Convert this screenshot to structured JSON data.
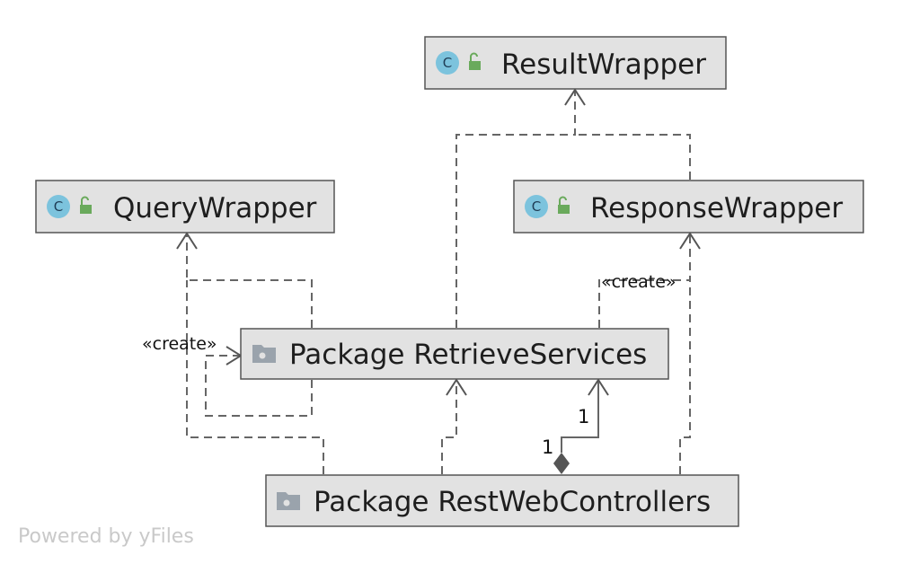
{
  "diagram": {
    "nodes": {
      "result_wrapper": {
        "label": "ResultWrapper",
        "kind": "class",
        "icon": "class-icon",
        "visibility_icon": "unlocked-icon"
      },
      "query_wrapper": {
        "label": "QueryWrapper",
        "kind": "class",
        "icon": "class-icon",
        "visibility_icon": "unlocked-icon"
      },
      "response_wrapper": {
        "label": "ResponseWrapper",
        "kind": "class",
        "icon": "class-icon",
        "visibility_icon": "unlocked-icon"
      },
      "retrieve_services": {
        "label": "Package RetrieveServices",
        "kind": "package",
        "icon": "folder-icon"
      },
      "rest_web_controllers": {
        "label": "Package RestWebControllers",
        "kind": "package",
        "icon": "folder-icon"
      }
    },
    "class_icon_letter": "C",
    "edges": [
      {
        "from": "Package RetrieveServices",
        "to": "ResultWrapper",
        "type": "dependency"
      },
      {
        "from": "ResponseWrapper",
        "to": "ResultWrapper",
        "type": "dependency"
      },
      {
        "from": "Package RetrieveServices",
        "to": "QueryWrapper",
        "type": "dependency"
      },
      {
        "from": "Package RetrieveServices",
        "to": "Package RetrieveServices",
        "type": "dependency",
        "label": "«create»"
      },
      {
        "from": "Package RetrieveServices",
        "to": "ResponseWrapper",
        "type": "dependency",
        "label": "«create»"
      },
      {
        "from": "Package RestWebControllers",
        "to": "QueryWrapper",
        "type": "dependency"
      },
      {
        "from": "Package RestWebControllers",
        "to": "Package RetrieveServices",
        "type": "dependency"
      },
      {
        "from": "Package RestWebControllers",
        "to": "ResponseWrapper",
        "type": "dependency"
      },
      {
        "from": "Package RestWebControllers",
        "to": "Package RetrieveServices",
        "type": "composition",
        "source_multiplicity": "1",
        "target_multiplicity": "1"
      }
    ],
    "labels": {
      "create_left": "«create»",
      "create_right": "«create»",
      "mult_target": "1",
      "mult_source": "1"
    }
  },
  "watermark": "Powered by yFiles",
  "colors": {
    "node_fill": "#e2e2e2",
    "class_icon": "#7cc3dd",
    "lock_icon": "#6aaa5c",
    "folder_icon": "#9aa3ac"
  }
}
